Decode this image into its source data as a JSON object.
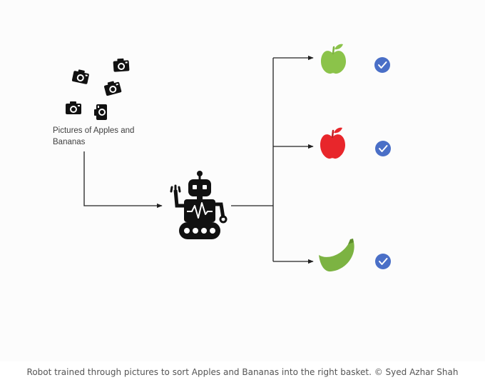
{
  "diagram": {
    "input_label": "Pictures of Apples and Bananas",
    "outputs": [
      {
        "name": "green-apple",
        "status": "check"
      },
      {
        "name": "red-apple",
        "status": "check"
      },
      {
        "name": "banana",
        "status": "check"
      }
    ],
    "colors": {
      "green_apple": "#8bc34a",
      "red_apple": "#e8262b",
      "banana": "#7cb342",
      "check_badge": "#4a6fc7",
      "line": "#222222"
    },
    "icons": [
      "camera-icon",
      "robot-icon",
      "green-apple-icon",
      "red-apple-icon",
      "banana-icon",
      "check-icon"
    ]
  },
  "caption": "Robot trained through pictures to sort Apples and Bananas into the right basket. © Syed Azhar Shah"
}
